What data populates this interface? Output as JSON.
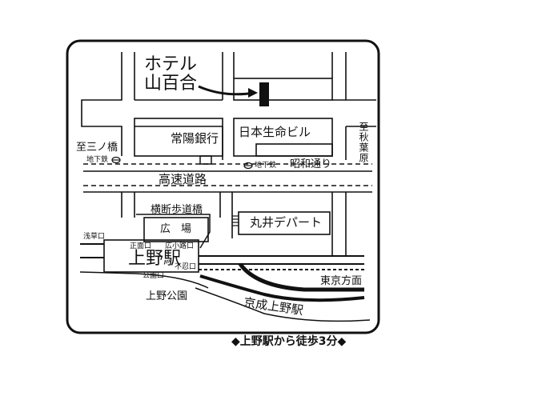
{
  "map": {
    "hotel_line1": "ホテル",
    "hotel_line2": "山百合",
    "joyo_bank": "常陽銀行",
    "nihon_seimei": "日本生命ビル",
    "to_sanno_bashi": "至三ノ橋",
    "to_akihabara": "至秋葉原",
    "subway_left": "地下鉄",
    "subway_right": "地下鉄",
    "showa_dori": "昭和通り",
    "expressway": "高速道路",
    "pedestrian_bridge": "横断歩道橋",
    "plaza": "広　場",
    "marui": "丸井デパート",
    "asakusa_exit": "浅草口",
    "main_exit": "正面口",
    "hirokoji_exit": "広小路口",
    "ueno_station": "上野駅",
    "shinobazu_exit": "不忍口",
    "park_exit": "公園口",
    "tokyo_direction": "東京方面",
    "ueno_park": "上野公園",
    "keisei_ueno": "京成上野駅",
    "access_caption": "◆上野駅から徒歩3分◆"
  }
}
